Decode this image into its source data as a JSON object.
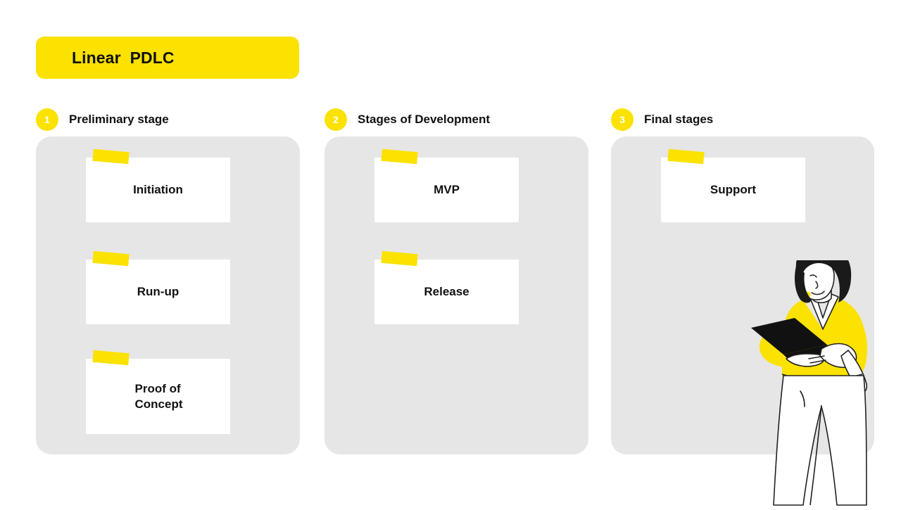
{
  "theme": {
    "accent_yellow": "#FBE200",
    "panel_grey": "#E6E6E6",
    "card_white": "#FFFFFF",
    "text_black": "#111111",
    "page_background": "#FFFFFF"
  },
  "title": {
    "text": "Linear  PDLC"
  },
  "columns": [
    {
      "number": "1",
      "title": "Preliminary stage",
      "cards": [
        {
          "label": "Initiation"
        },
        {
          "label": "Run-up"
        },
        {
          "label": "Proof of\nConcept"
        }
      ]
    },
    {
      "number": "2",
      "title": "Stages of Development",
      "cards": [
        {
          "label": "MVP"
        },
        {
          "label": "Release"
        }
      ]
    },
    {
      "number": "3",
      "title": "Final stages",
      "cards": [
        {
          "label": "Support"
        }
      ]
    }
  ],
  "illustration": {
    "name": "woman-with-laptop",
    "hair_color": "#1A1A1A",
    "top_color": "#FBE200",
    "laptop_color": "#111111",
    "pants_color": "#FFFFFF",
    "outline_color": "#222222"
  }
}
